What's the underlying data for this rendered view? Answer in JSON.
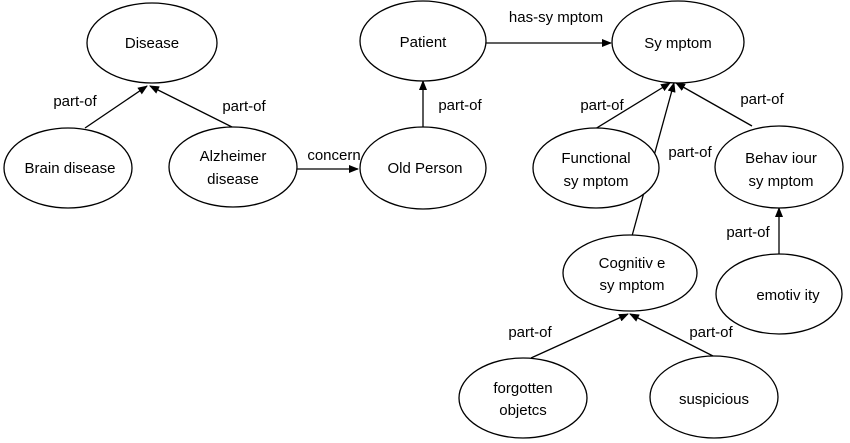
{
  "diagram": {
    "nodes": {
      "disease": {
        "lines": [
          "Disease"
        ]
      },
      "brain_disease": {
        "lines": [
          "Brain disease"
        ]
      },
      "alzheimer_disease": {
        "lines": [
          "Alzheimer",
          "disease"
        ]
      },
      "patient": {
        "lines": [
          "Patient"
        ]
      },
      "old_person": {
        "lines": [
          "Old Person"
        ]
      },
      "symptom": {
        "lines": [
          "Sy mptom"
        ]
      },
      "functional_symptom": {
        "lines": [
          "Functional",
          "sy mptom"
        ]
      },
      "behaviour_symptom": {
        "lines": [
          "Behav iour",
          "sy mptom"
        ]
      },
      "cognitive_symptom": {
        "lines": [
          "Cognitiv e",
          "sy mptom"
        ]
      },
      "emotivity": {
        "lines": [
          "emotiv ity"
        ]
      },
      "forgotten_objetcs": {
        "lines": [
          "forgotten",
          "objetcs"
        ]
      },
      "suspicious": {
        "lines": [
          "suspicious"
        ]
      }
    },
    "edges": {
      "brain_to_disease": {
        "label": "part-of"
      },
      "alzheimer_to_disease": {
        "label": "part-of"
      },
      "alzheimer_to_oldperson": {
        "label": "concern"
      },
      "oldperson_to_patient": {
        "label": "part-of"
      },
      "patient_to_symptom": {
        "label": "has-sy mptom"
      },
      "functional_to_symptom": {
        "label": "part-of"
      },
      "cognitive_to_symptom": {
        "label": "part-of"
      },
      "behaviour_to_symptom": {
        "label": "part-of"
      },
      "emotivity_to_behaviour": {
        "label": "part-of"
      },
      "forgotten_to_cognitive": {
        "label": "part-of"
      },
      "suspicious_to_cognitive": {
        "label": "part-of"
      }
    }
  }
}
